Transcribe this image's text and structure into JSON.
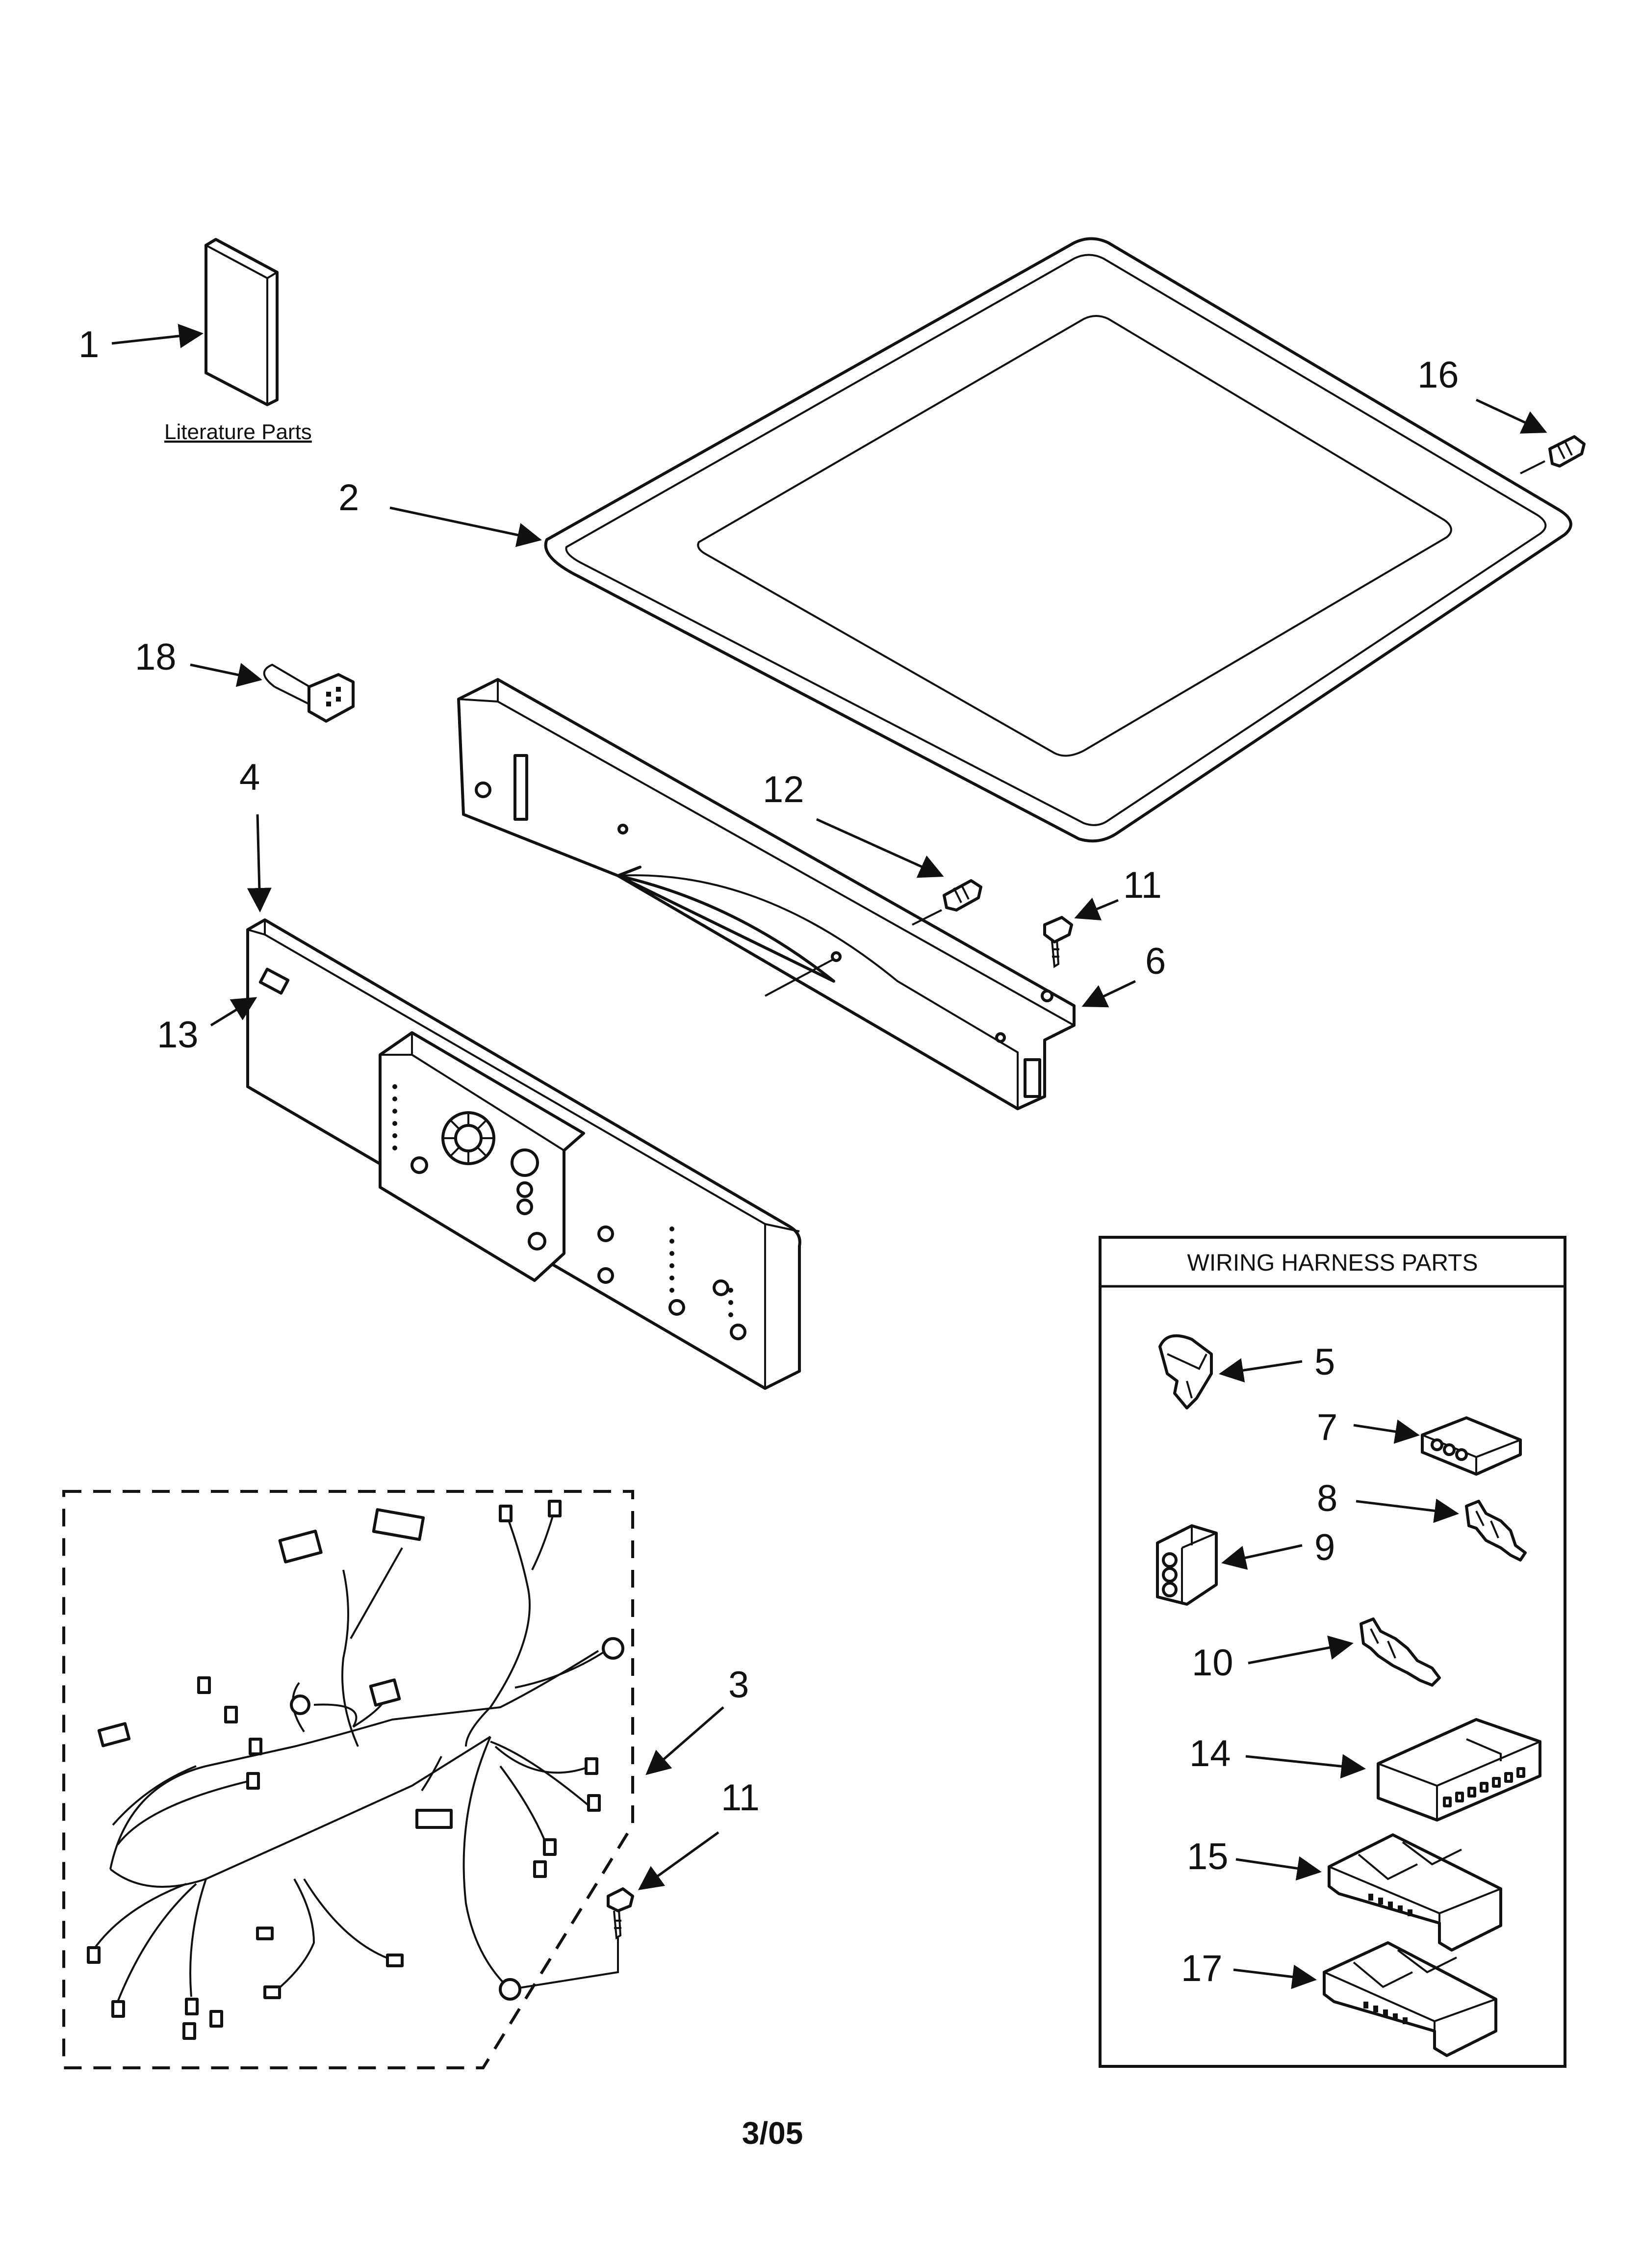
{
  "callouts": {
    "c1": "1",
    "c2": "2",
    "c3": "3",
    "c4": "4",
    "c5": "5",
    "c6": "6",
    "c7": "7",
    "c8": "8",
    "c9": "9",
    "c10": "10",
    "c11a": "11",
    "c11b": "11",
    "c12": "12",
    "c13": "13",
    "c14": "14",
    "c15": "15",
    "c16": "16",
    "c17": "17",
    "c18": "18"
  },
  "labels": {
    "literature": "Literature Parts",
    "wiring_box_title": "WIRING HARNESS PARTS",
    "date": "3/05"
  }
}
